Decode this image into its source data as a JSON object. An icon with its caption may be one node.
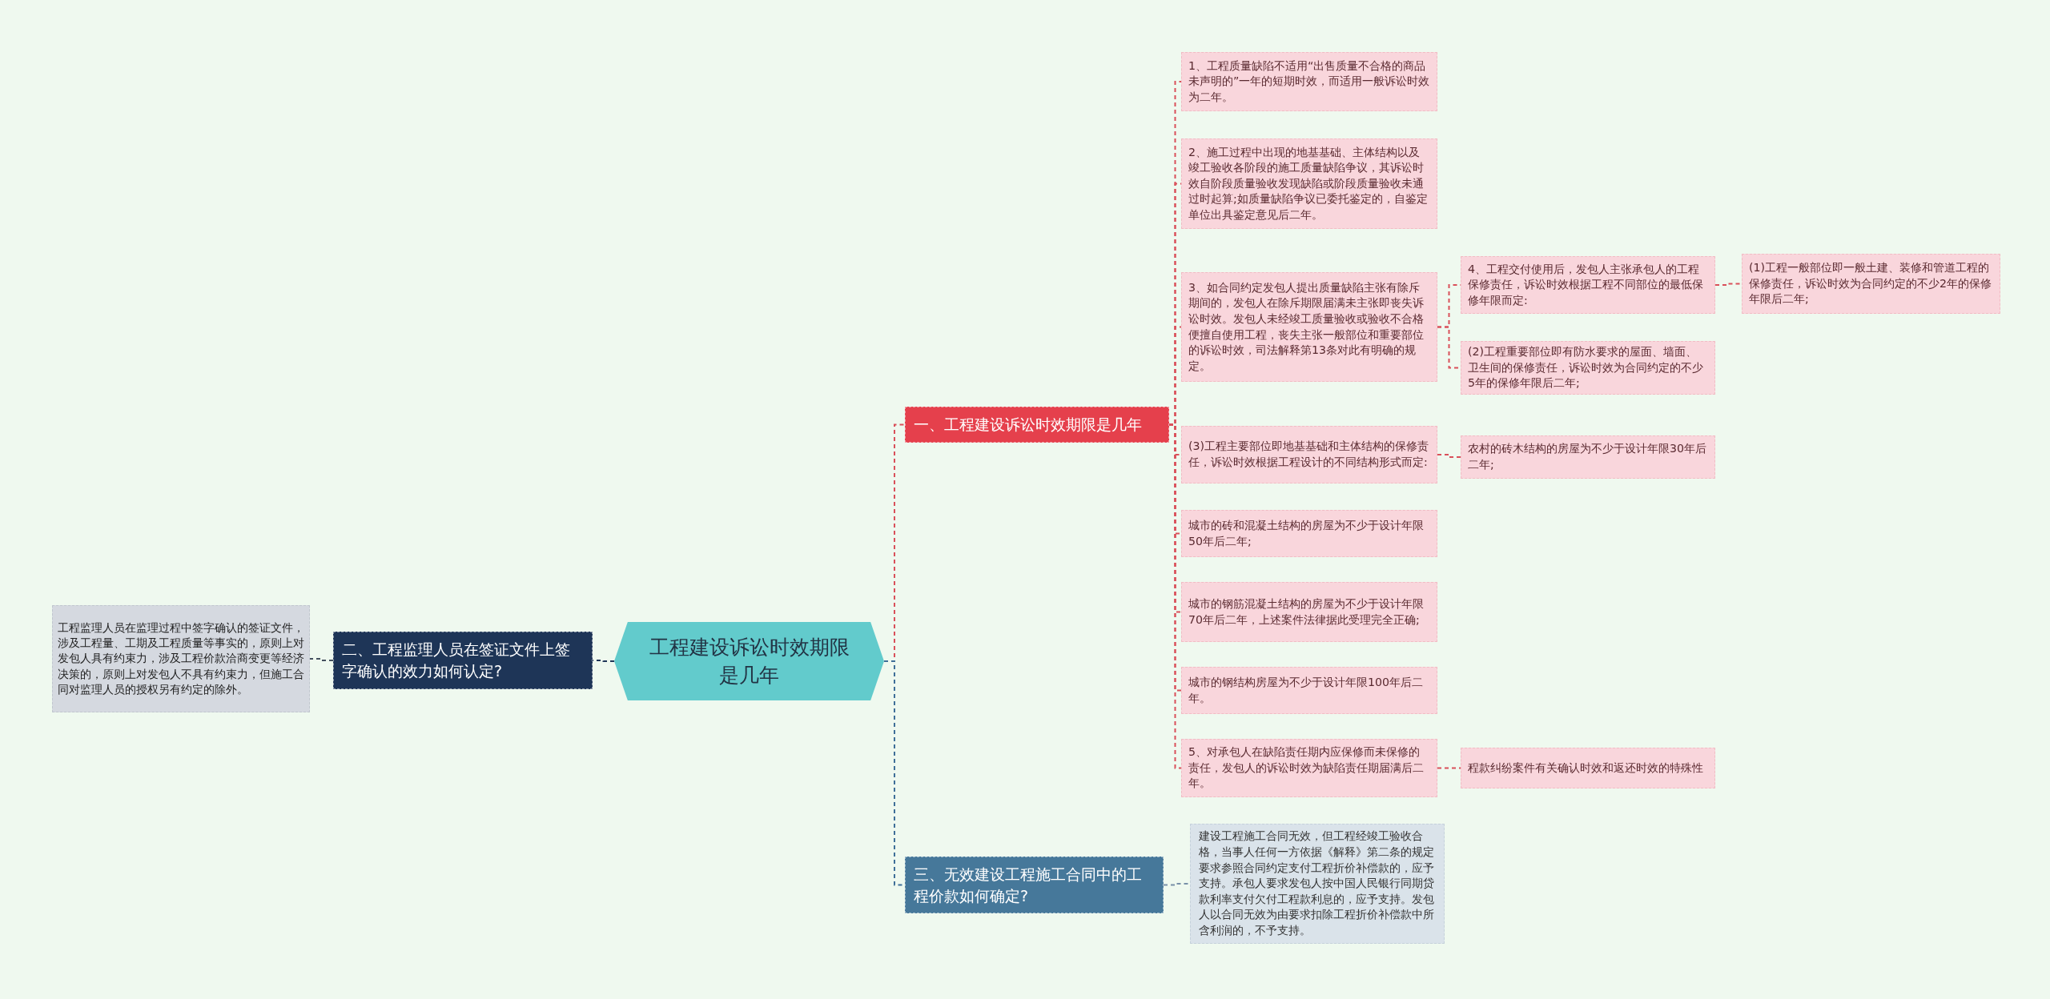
{
  "diagram": {
    "nodes": [
      {
        "text": [
          "工程建设诉讼时效期限是几年"
        ]
      },
      {
        "text": [
          "一、工程建设诉讼时效期限是几年"
        ]
      },
      {
        "text": [
          "1、工程质量缺陷不适用“出售质量不合格的商品未声明的”一年的短期时效，而适用一般诉讼时效为二年。"
        ]
      },
      {
        "text": [
          "2、施工过程中出现的地基基础、主体结构以及竣工验收各阶段的施工质量缺陷争议，其诉讼时效自阶段质量验收发现缺陷或阶段质量验收未通过时起算;如质量缺陷争议已委托鉴定的，自鉴定单位出具鉴定意见后二年。"
        ]
      },
      {
        "text": [
          "3、如合同约定发包人提出质量缺陷主张有除斥期间的，发包人在除斥期限届满未主张即丧失诉讼时效。发包人未经竣工质量验收或验收不合格便擅自使用工程，丧失主张一般部位和重要部位的诉讼时效，司法解释第13条对此有明确的规定。"
        ]
      },
      {
        "text": [
          "4、工程交付使用后，发包人主张承包人的工程保修责任，诉讼时效根据工程不同部位的最低保修年限而定:"
        ]
      },
      {
        "text": [
          "(1)工程一般部位即一般土建、装修和管道工程的保修责任，诉讼时效为合同约定的不少2年的保修年限后二年;"
        ]
      },
      {
        "text": [
          "(2)工程重要部位即有防水要求的屋面、墙面、卫生间的保修责任，诉讼时效为合同约定的不少5年的保修年限后二年;"
        ]
      },
      {
        "text": [
          "(3)工程主要部位即地基基础和主体结构的保修责任，诉讼时效根据工程设计的不同结构形式而定:"
        ]
      },
      {
        "text": [
          "农村的砖木结构的房屋为不少于设计年限30年后二年;"
        ]
      },
      {
        "text": [
          "城市的砖和混凝土结构的房屋为不少于设计年限50年后二年;"
        ]
      },
      {
        "text": [
          "城市的钢筋混凝土结构的房屋为不少于设计年限70年后二年，上述案件法律据此受理完全正确;"
        ]
      },
      {
        "text": [
          "城市的钢结构房屋为不少于设计年限100年后二年。"
        ]
      },
      {
        "text": [
          "5、对承包人在缺陷责任期内应保修而未保修的责任，发包人的诉讼时效为缺陷责任期届满后二年。"
        ]
      },
      {
        "text": [
          "程款纠纷案件有关确认时效和返还时效的特殊性"
        ]
      },
      {
        "text": [
          "三、无效建设工程施工合同中的工程价款如何确定?"
        ]
      },
      {
        "text": [
          "建设工程施工合同无效，但工程经竣工验收合格，当事人任何一方依据《解释》第二条的规定要求参照合同约定支付工程折价补偿款的，应予支持。承包人要求发包人按中国人民银行同期贷款利率支付欠付工程款利息的，应予支持。发包人以合同无效为由要求扣除工程折价补偿款中所含利润的，不予支持。"
        ]
      },
      {
        "text": [
          "二、工程监理人员在签证文件上签字确认的效力如何认定?"
        ]
      },
      {
        "text": [
          "工程监理人员在监理过程中签字确认的签证文件，涉及工程量、工期及工程质量等事实的，原则上对发包人具有约束力，涉及工程价款洽商变更等经济决策的，原则上对发包人不具有约束力，但施工合同对监理人员的授权另有约定的除外。"
        ]
      }
    ],
    "edges": [
      {
        "from": 0,
        "to": 1,
        "arrow": "none"
      },
      {
        "from": 1,
        "to": 2,
        "arrow": "none"
      },
      {
        "from": 1,
        "to": 3,
        "arrow": "none"
      },
      {
        "from": 1,
        "to": 4,
        "arrow": "none"
      },
      {
        "from": 4,
        "to": 5,
        "arrow": "none"
      },
      {
        "from": 5,
        "to": 6,
        "arrow": "none"
      },
      {
        "from": 4,
        "to": 7,
        "arrow": "none"
      },
      {
        "from": 1,
        "to": 8,
        "arrow": "none"
      },
      {
        "from": 8,
        "to": 9,
        "arrow": "none"
      },
      {
        "from": 1,
        "to": 10,
        "arrow": "none"
      },
      {
        "from": 1,
        "to": 11,
        "arrow": "none"
      },
      {
        "from": 1,
        "to": 12,
        "arrow": "none"
      },
      {
        "from": 1,
        "to": 13,
        "arrow": "none"
      },
      {
        "from": 13,
        "to": 14,
        "arrow": "none"
      },
      {
        "from": 0,
        "to": 15,
        "arrow": "none",
        "color": "#3f6f98"
      },
      {
        "from": 15,
        "to": 16,
        "arrow": "none",
        "color": "#7890a8"
      },
      {
        "from": 0,
        "to": 17,
        "arrow": "none",
        "color": "#1e3557"
      },
      {
        "from": 17,
        "to": 18,
        "arrow": "none",
        "color": "#44505e"
      }
    ]
  }
}
